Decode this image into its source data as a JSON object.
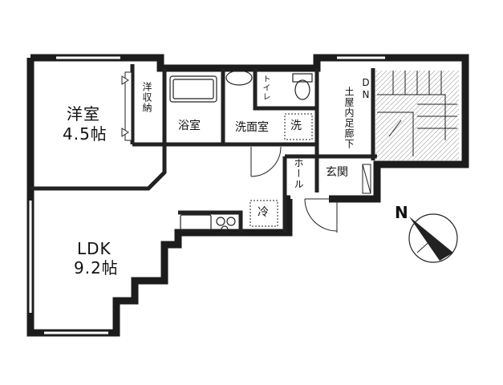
{
  "rooms": {
    "western_room": {
      "name": "洋室",
      "size": "4.5帖"
    },
    "closet": {
      "name": "洋収納"
    },
    "bath": {
      "name": "浴室"
    },
    "washroom": {
      "name": "洗面室"
    },
    "washer": {
      "symbol": "洗"
    },
    "toilet": {
      "name": "トイレ"
    },
    "indoor_earthen_hall": {
      "name": "土屋内足廊下"
    },
    "stairs": {
      "label": "DN"
    },
    "hall": {
      "name": "ホール"
    },
    "entrance": {
      "name": "玄関"
    },
    "fridge": {
      "symbol": "冷"
    },
    "ldk": {
      "name": "LDK",
      "size": "9.2帖"
    }
  },
  "compass": {
    "label": "N"
  },
  "colors": {
    "wall": "#1c1c1c",
    "line": "#222222",
    "background": "#ffffff"
  }
}
